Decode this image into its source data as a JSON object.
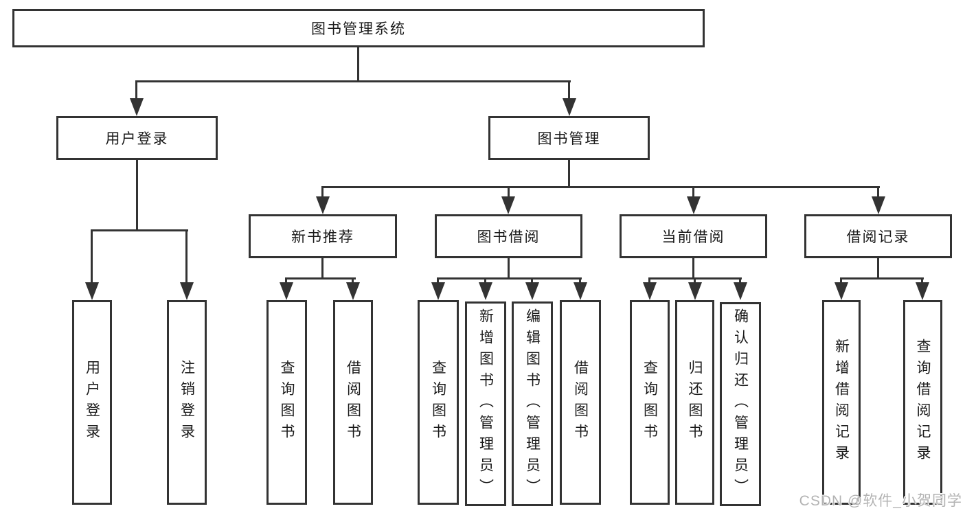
{
  "title": "图书管理系统",
  "watermark": "CSDN @软件_小贺同学",
  "nodes": {
    "user_login": "用户登录",
    "book_mgmt": "图书管理",
    "new_book_rec": "新书推荐",
    "book_borrow": "图书借阅",
    "current_borrow": "当前借阅",
    "borrow_record": "借阅记录",
    "leaf_user_login": "用户登录",
    "leaf_logout": "注销登录",
    "leaf_nbr_query": "查询图书",
    "leaf_nbr_borrow": "借阅图书",
    "leaf_bb_query": "查询图书",
    "leaf_bb_add": "新增图书（管理员）",
    "leaf_bb_edit": "编辑图书（管理员）",
    "leaf_bb_borrow": "借阅图书",
    "leaf_cb_query": "查询图书",
    "leaf_cb_return": "归还图书",
    "leaf_cb_confirm": "确认归还（管理员）",
    "leaf_br_add": "新增借阅记录",
    "leaf_br_query": "查询借阅记录"
  },
  "colors": {
    "line": "#333333",
    "text": "#1a1a1a",
    "watermark": "#b3b3b3",
    "background": "#ffffff"
  }
}
